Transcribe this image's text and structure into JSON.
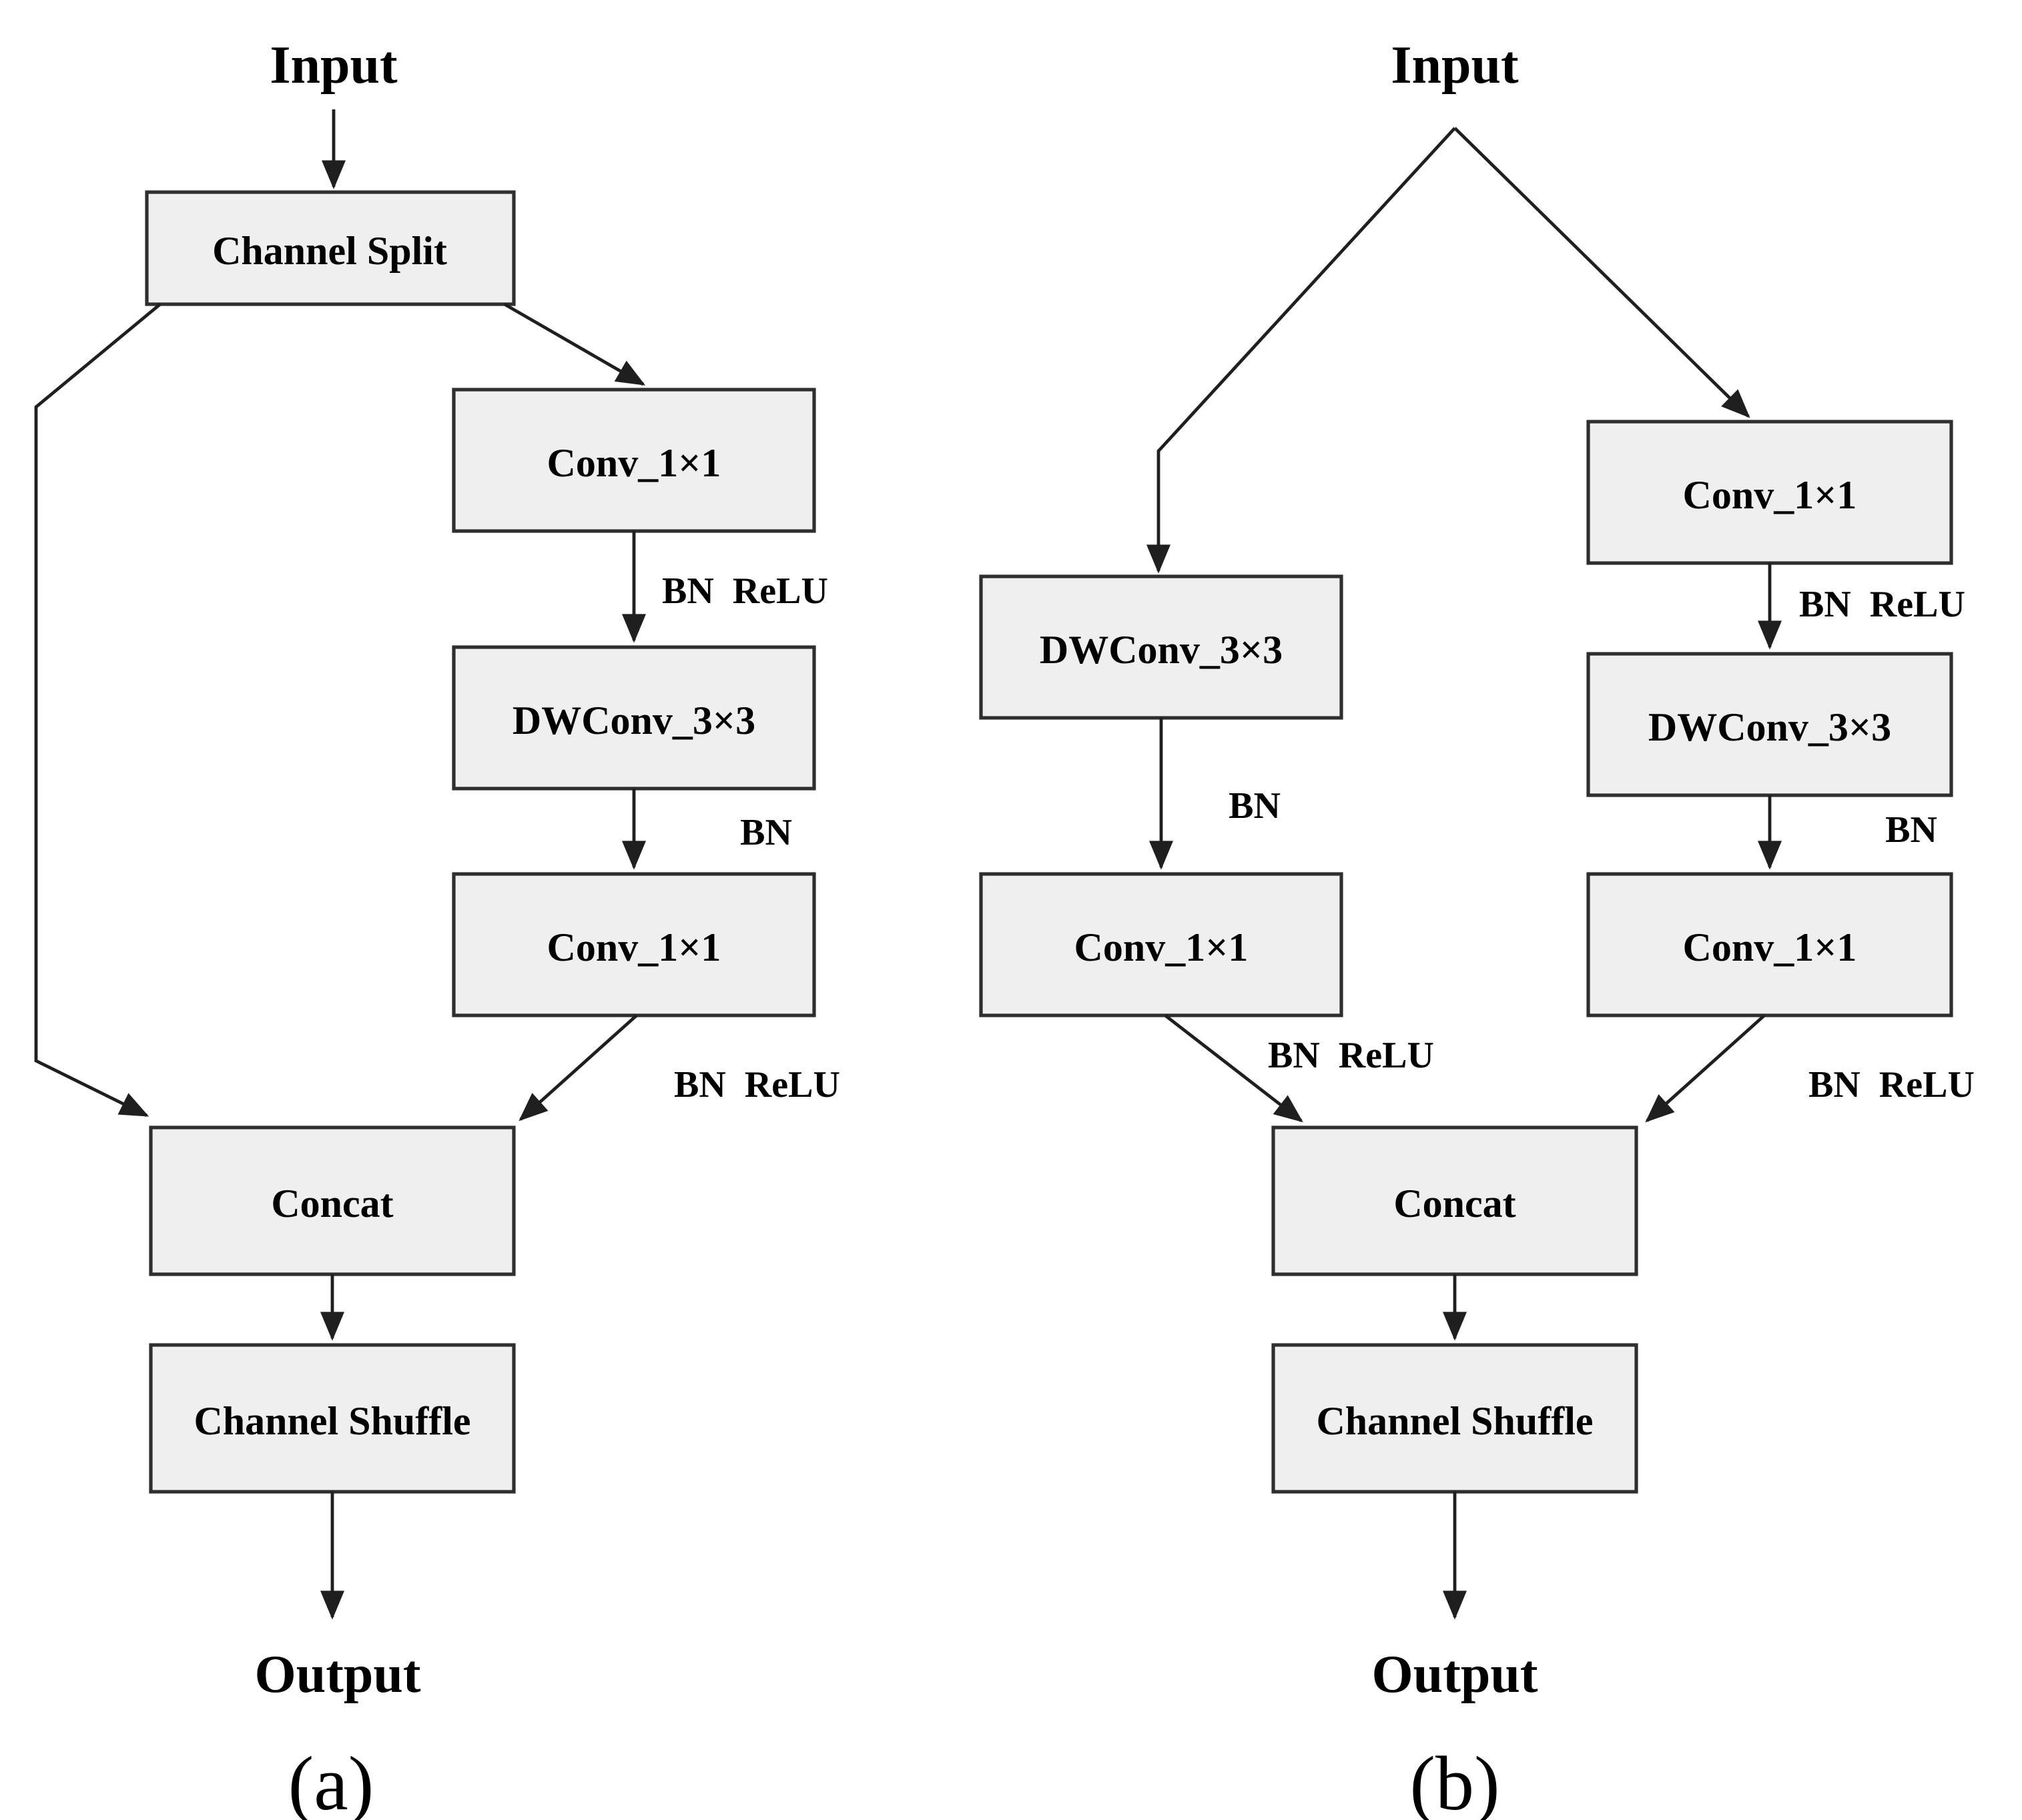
{
  "figure": {
    "background": "#ffffff",
    "box_fill": "#efefef",
    "box_border": "#2e2e2e",
    "line_color": "#1f1f1f",
    "text_color": "#000000"
  },
  "diagram_a": {
    "caption": "(a)",
    "input": "Input",
    "output": "Output",
    "channel_split": "Channel Split",
    "conv1": "Conv_1×1",
    "bn_relu_1": "BN  ReLU",
    "dwconv": "DWConv_3×3",
    "bn": "BN",
    "conv2": "Conv_1×1",
    "bn_relu_2": "BN  ReLU",
    "concat": "Concat",
    "channel_shuffle": "Channel Shuffle"
  },
  "diagram_b": {
    "caption": "(b)",
    "input": "Input",
    "output": "Output",
    "left": {
      "dwconv": "DWConv_3×3",
      "bn": "BN",
      "conv": "Conv_1×1",
      "bn_relu": "BN  ReLU"
    },
    "right": {
      "conv1": "Conv_1×1",
      "bn_relu_1": "BN  ReLU",
      "dwconv": "DWConv_3×3",
      "bn": "BN",
      "conv2": "Conv_1×1",
      "bn_relu_2": "BN  ReLU"
    },
    "concat": "Concat",
    "channel_shuffle": "Channel Shuffle"
  }
}
